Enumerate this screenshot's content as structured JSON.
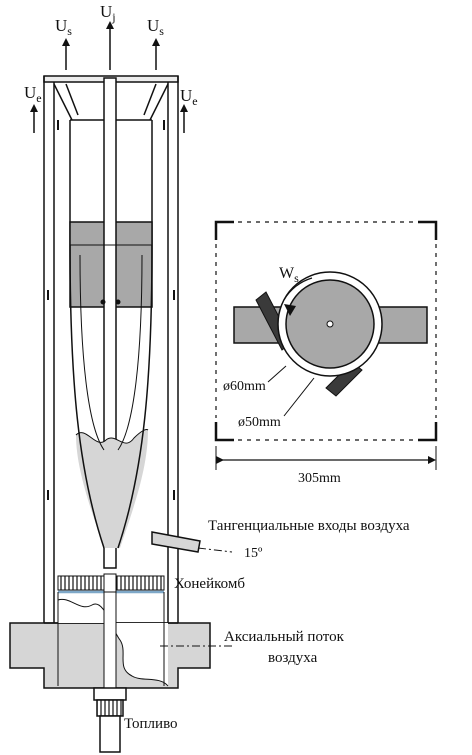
{
  "labels": {
    "us": "U",
    "us_sub": "s",
    "uj": "U",
    "uj_sub": "j",
    "ue": "U",
    "ue_sub": "e",
    "ws": "W",
    "ws_sub": "s",
    "d60": "ø60mm",
    "d50": "ø50mm",
    "width": "305mm",
    "tangential": "Тангенциальные входы воздуха",
    "angle": "15º",
    "honeycomb": "Хонейкомб",
    "axial_line1": "Аксиальный поток",
    "axial_line2": "воздуха",
    "fuel": "Топливо"
  },
  "colors": {
    "stroke": "#111111",
    "gray_fill": "#a8a8a8",
    "light_gray": "#d6d6d6",
    "dark_fill": "#3a3a3a",
    "honeycomb_blue": "#7fa8c8"
  }
}
